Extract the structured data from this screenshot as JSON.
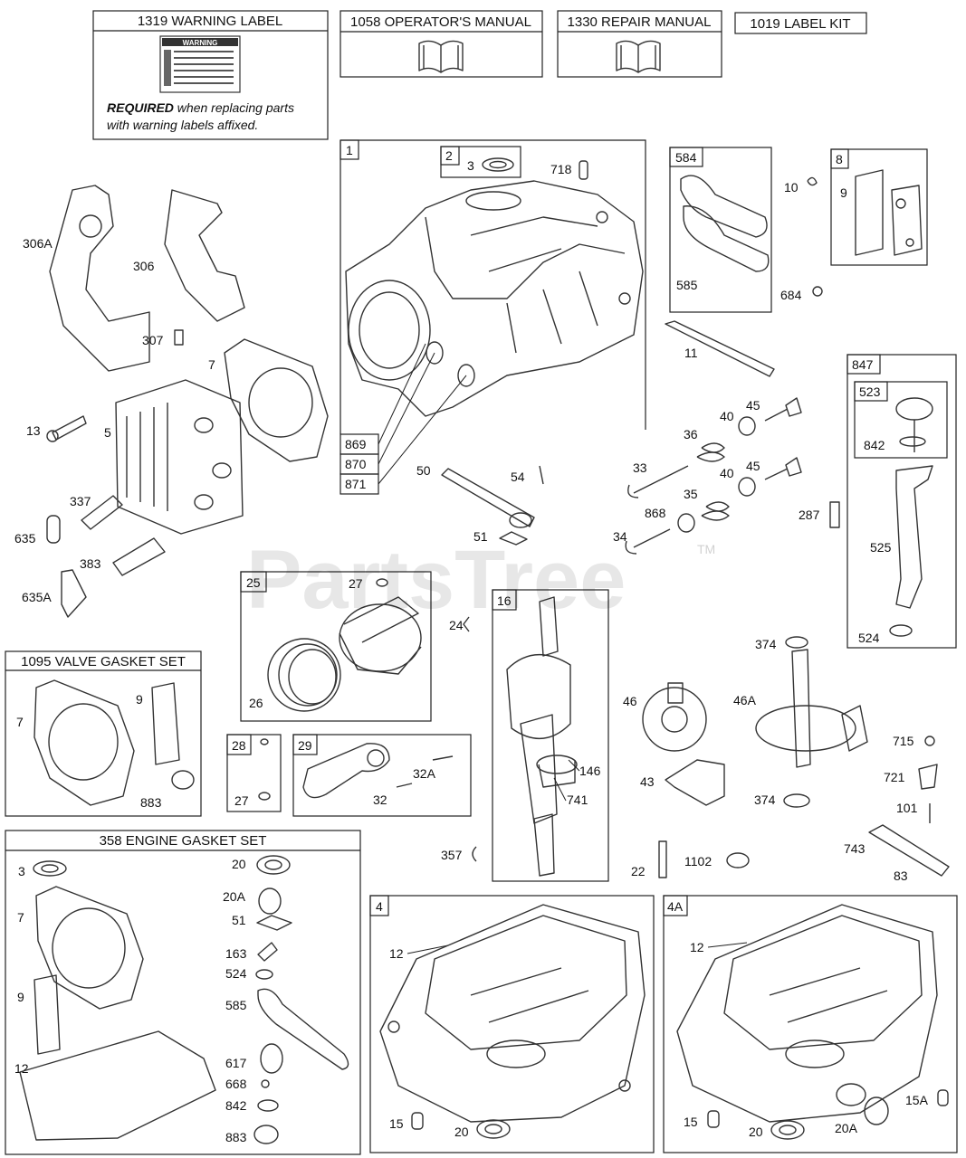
{
  "headers": {
    "warning_label": "1319 WARNING LABEL",
    "operators_manual": "1058 OPERATOR'S MANUAL",
    "repair_manual": "1330 REPAIR MANUAL",
    "label_kit": "1019 LABEL KIT",
    "valve_gasket_set": "1095 VALVE GASKET SET",
    "engine_gasket_set": "358 ENGINE GASKET SET"
  },
  "warning_note": {
    "required": "REQUIRED",
    "line1_rest": " when replacing parts",
    "line2": "with warning labels affixed.",
    "sticker_title": "WARNING"
  },
  "watermark": {
    "text": "PartsTree",
    "tm": "TM"
  },
  "callouts": {
    "c1": "1",
    "c2": "2",
    "c3": "3",
    "c718": "718",
    "c584": "584",
    "c585": "585",
    "c684": "684",
    "c8": "8",
    "c9": "9",
    "c10": "10",
    "c306a": "306A",
    "c306": "306",
    "c307": "307",
    "c7": "7",
    "c13": "13",
    "c5": "5",
    "c337": "337",
    "c635": "635",
    "c383": "383",
    "c635a": "635A",
    "c869": "869",
    "c870": "870",
    "c871": "871",
    "c50": "50",
    "c54": "54",
    "c51": "51",
    "c11": "11",
    "c40a": "40",
    "c45a": "45",
    "c36": "36",
    "c33": "33",
    "c40b": "40",
    "c45b": "45",
    "c35": "35",
    "c868": "868",
    "c34": "34",
    "c287": "287",
    "c847": "847",
    "c523": "523",
    "c842": "842",
    "c525": "525",
    "c524": "524",
    "c25": "25",
    "c27a": "27",
    "c26": "26",
    "c24": "24",
    "c16": "16",
    "c146": "146",
    "c741": "741",
    "c357": "357",
    "c374a": "374",
    "c46": "46",
    "c46a": "46A",
    "c43": "43",
    "c374b": "374",
    "c715": "715",
    "c721": "721",
    "c101": "101",
    "c743": "743",
    "c83": "83",
    "c22": "22",
    "c1102": "1102",
    "v7": "7",
    "v9": "9",
    "v883": "883",
    "c28": "28",
    "c27b": "27",
    "c29": "29",
    "c32a": "32A",
    "c32": "32",
    "g3": "3",
    "g7": "7",
    "g9": "9",
    "g12": "12",
    "g20": "20",
    "g20a": "20A",
    "g51": "51",
    "g163": "163",
    "g524": "524",
    "g585": "585",
    "g617": "617",
    "g668": "668",
    "g842": "842",
    "g883": "883",
    "c4": "4",
    "s12a": "12",
    "s15a": "15",
    "s20a": "20",
    "c4a": "4A",
    "s12b": "12",
    "s15b": "15",
    "s20b": "20",
    "s20ab": "20A",
    "s15ab": "15A"
  }
}
